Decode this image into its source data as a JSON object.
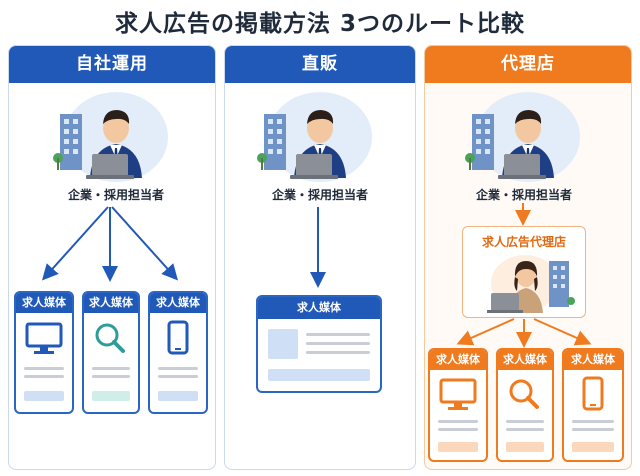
{
  "title": "求人広告の掲載方法 3つのルート比較",
  "columns": [
    {
      "header": "自社運用",
      "role": "企業・採用担当者",
      "theme_color": "#2159b8"
    },
    {
      "header": "直販",
      "role": "企業・採用担当者",
      "theme_color": "#2159b8"
    },
    {
      "header": "代理店",
      "role": "企業・採用担当者",
      "theme_color": "#f07a1e",
      "agency_label": "求人広告代理店"
    }
  ],
  "media_card_label": "求人媒体",
  "col1_cards": [
    {
      "label": "求人媒体",
      "icon": "monitor-icon"
    },
    {
      "label": "求人媒体",
      "icon": "search-icon"
    },
    {
      "label": "求人媒体",
      "icon": "smartphone-icon"
    }
  ],
  "col2_card": {
    "label": "求人媒体"
  },
  "col3_cards": [
    {
      "label": "求人媒体",
      "icon": "monitor-icon"
    },
    {
      "label": "求人媒体",
      "icon": "search-icon"
    },
    {
      "label": "求人媒体",
      "icon": "smartphone-icon"
    }
  ],
  "colors": {
    "blue": "#2159b8",
    "orange": "#f07a1e",
    "light_blue": "#e3edf9",
    "light_orange": "#fdeee0"
  }
}
